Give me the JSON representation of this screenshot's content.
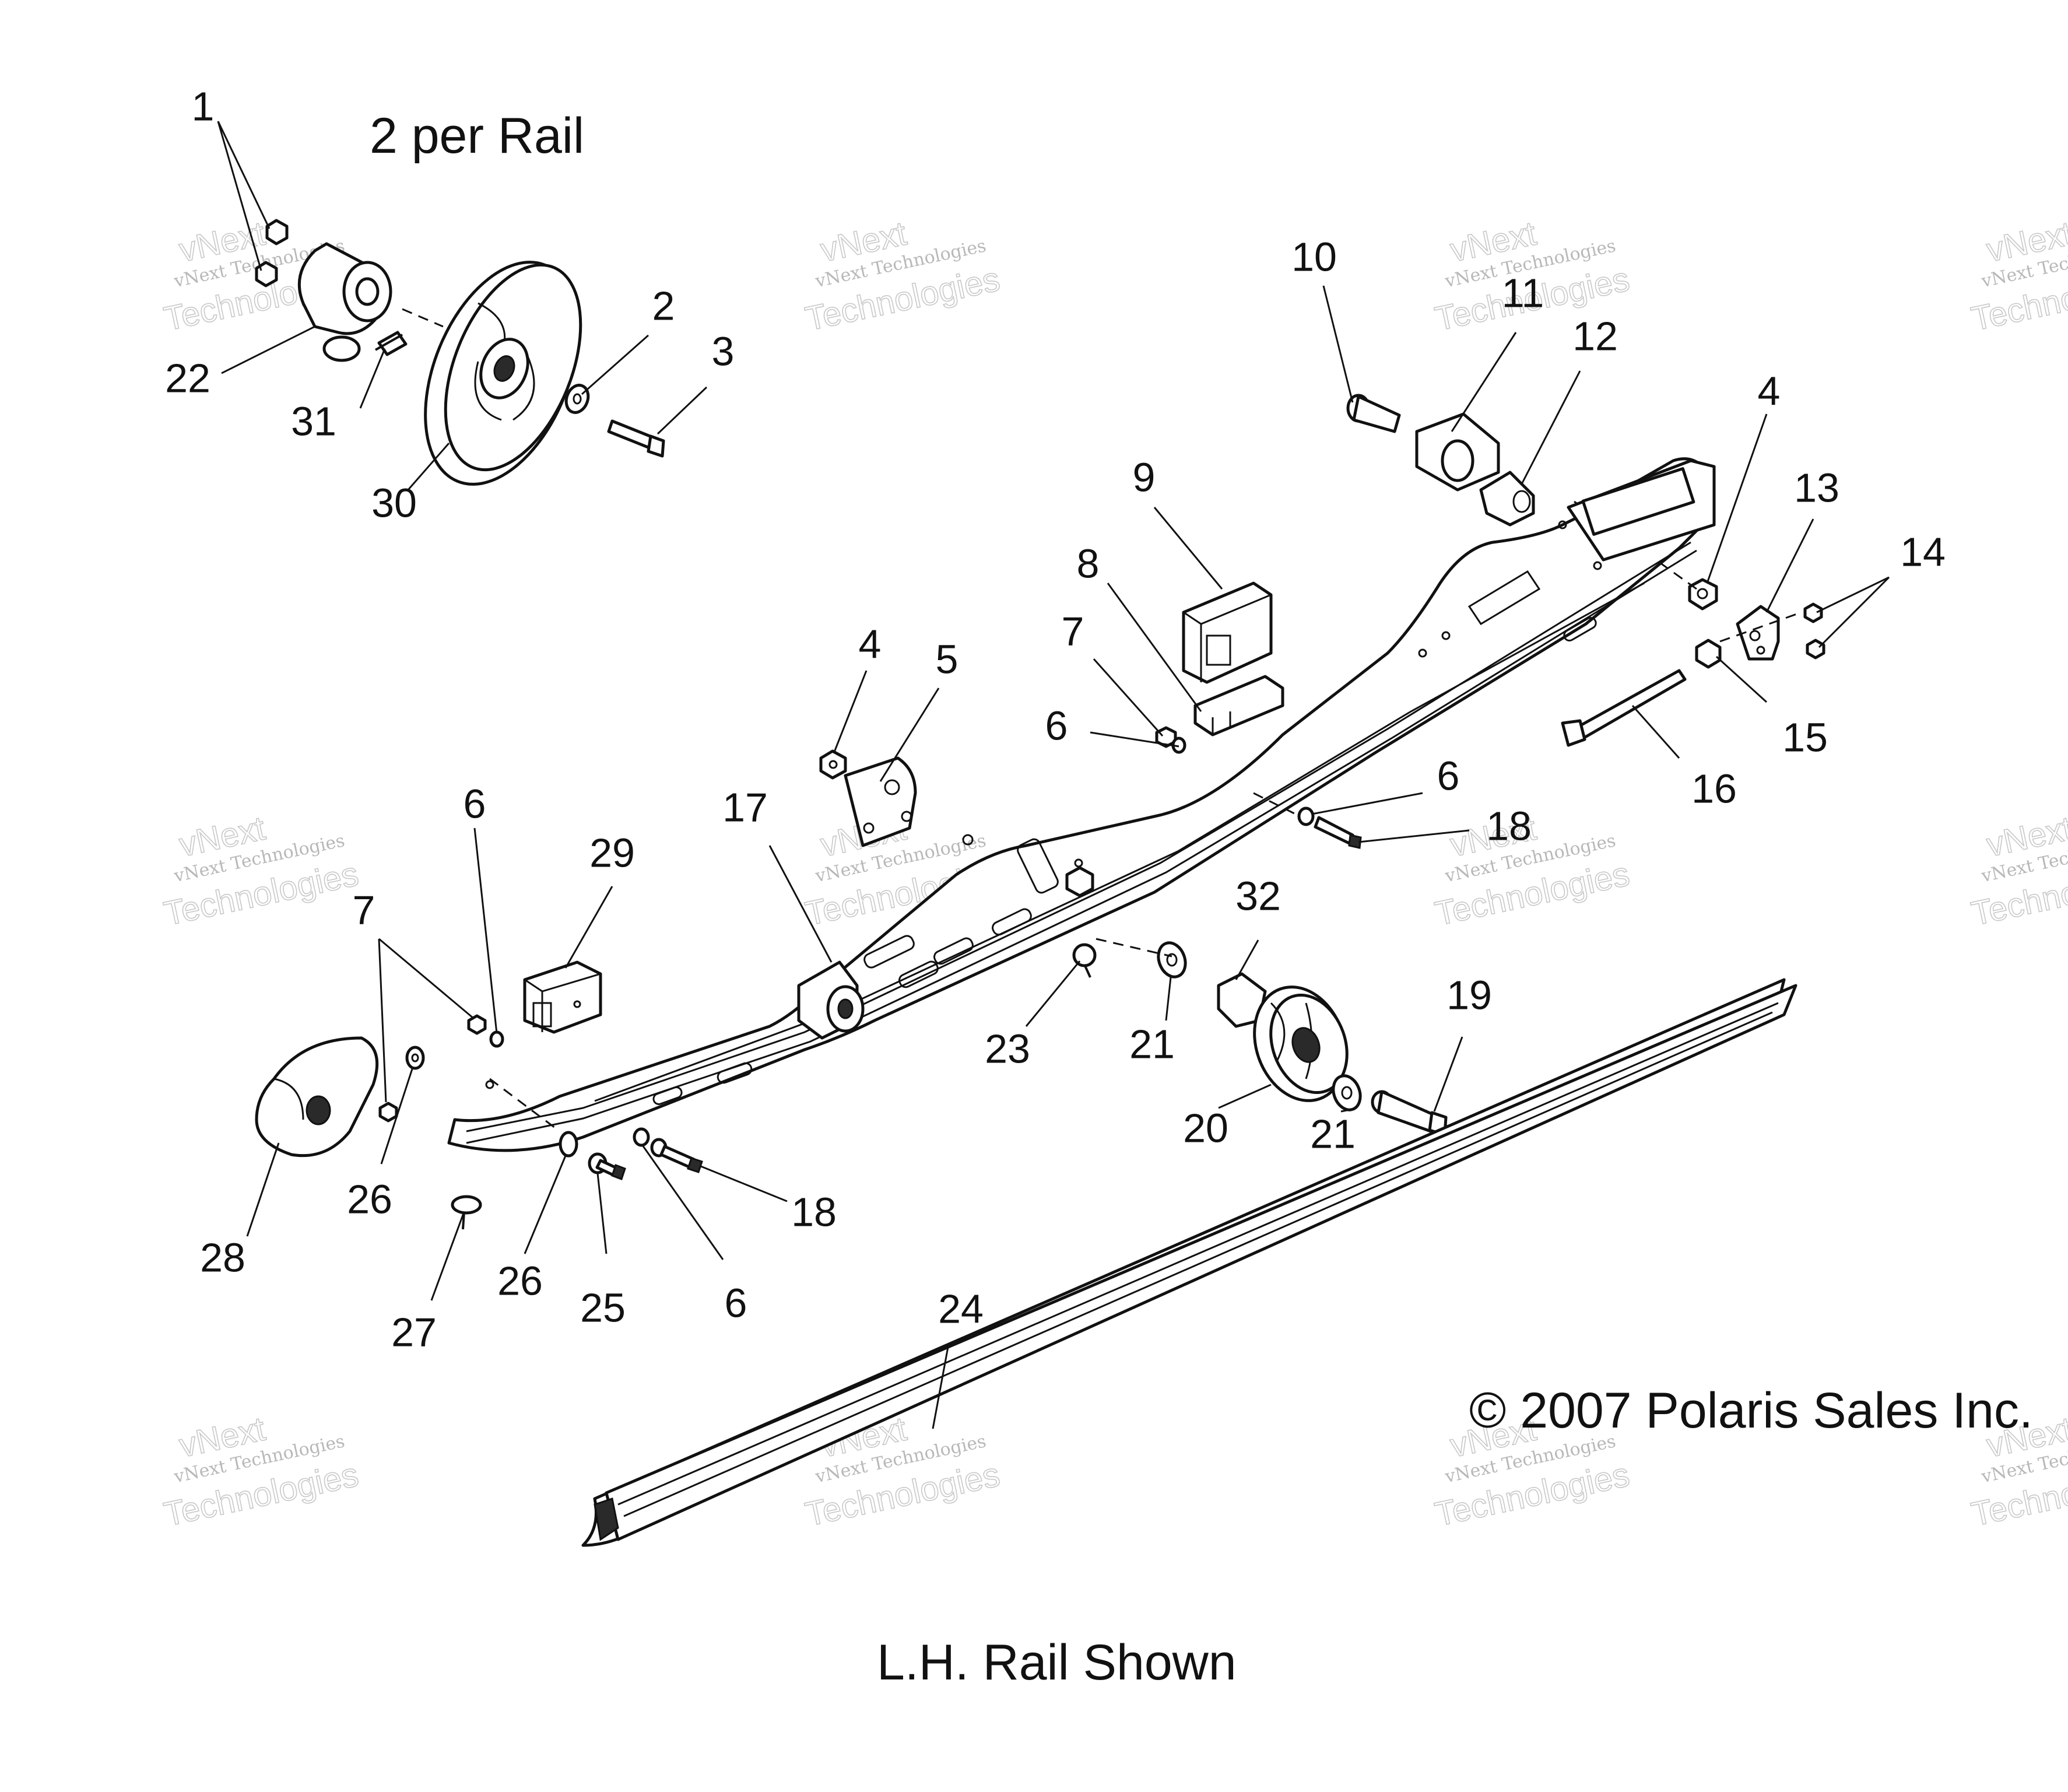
{
  "header": {
    "subtitle": "2 per Rail"
  },
  "footer": {
    "copyright": "© 2007 Polaris Sales Inc.",
    "caption": "L.H. Rail Shown"
  },
  "watermark": {
    "line1": "vNext Technologies",
    "line2": "vNext",
    "line3": "Technologies"
  },
  "callouts": [
    "1",
    "2",
    "3",
    "22",
    "31",
    "30",
    "10",
    "11",
    "12",
    "4",
    "13",
    "14",
    "15",
    "16",
    "9",
    "8",
    "7",
    "6",
    "4",
    "5",
    "17",
    "6",
    "18",
    "29",
    "6",
    "7",
    "32",
    "19",
    "23",
    "21",
    "20",
    "21",
    "26",
    "28",
    "26",
    "25",
    "18",
    "6",
    "27",
    "24"
  ],
  "colors": {
    "ink": "#111111",
    "watermark": "#c8c8c8"
  }
}
